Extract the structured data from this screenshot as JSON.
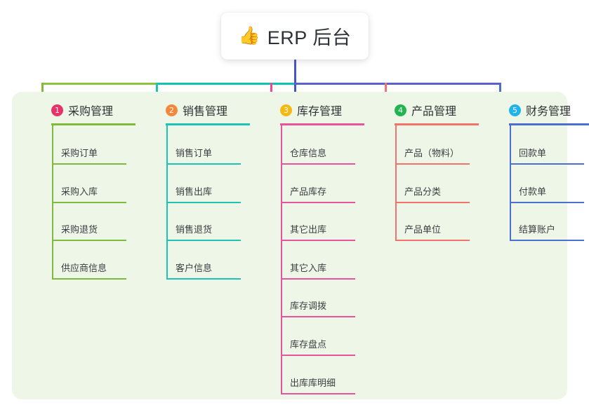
{
  "root": {
    "icon": "thumbs-up-icon",
    "icon_glyph": "👍",
    "title": "ERP 后台"
  },
  "palette": {
    "panel_bg": "#eef7e7",
    "root_stem": "#4456c4",
    "bus_green": "#8cc23f",
    "bus_teal": "#10c4b2",
    "bus_blue": "#5a61cf",
    "page_bg": "#ffffff",
    "text": "#2f3136"
  },
  "columns": [
    {
      "index": "1",
      "title": "采购管理",
      "badge_color": "#e8336a",
      "line_color": "#7fba3d",
      "drop_color": "#7fba3d",
      "items": [
        "采购订单",
        "采购入库",
        "采购退货",
        "供应商信息"
      ]
    },
    {
      "index": "2",
      "title": "销售管理",
      "badge_color": "#f5873a",
      "line_color": "#1ec3b4",
      "drop_color": "#1ec3b4",
      "items": [
        "销售订单",
        "销售出库",
        "销售退货",
        "客户信息"
      ]
    },
    {
      "index": "3",
      "title": "库存管理",
      "badge_color": "#f5b914",
      "line_color": "#e8549c",
      "drop_color": "#ef4a91",
      "items": [
        "仓库信息",
        "产品库存",
        "其它出库",
        "其它入库",
        "库存调拨",
        "库存盘点",
        "出库库明细"
      ]
    },
    {
      "index": "4",
      "title": "产品管理",
      "badge_color": "#21b450",
      "line_color": "#f2726c",
      "drop_color": "#f2726c",
      "items": [
        "产品（物料）",
        "产品分类",
        "产品单位"
      ]
    },
    {
      "index": "5",
      "title": "财务管理",
      "badge_color": "#1eb4ec",
      "line_color": "#4a6fd0",
      "drop_color": "#4a6fd0",
      "items": [
        "回款单",
        "付款单",
        "结算账户"
      ]
    }
  ]
}
